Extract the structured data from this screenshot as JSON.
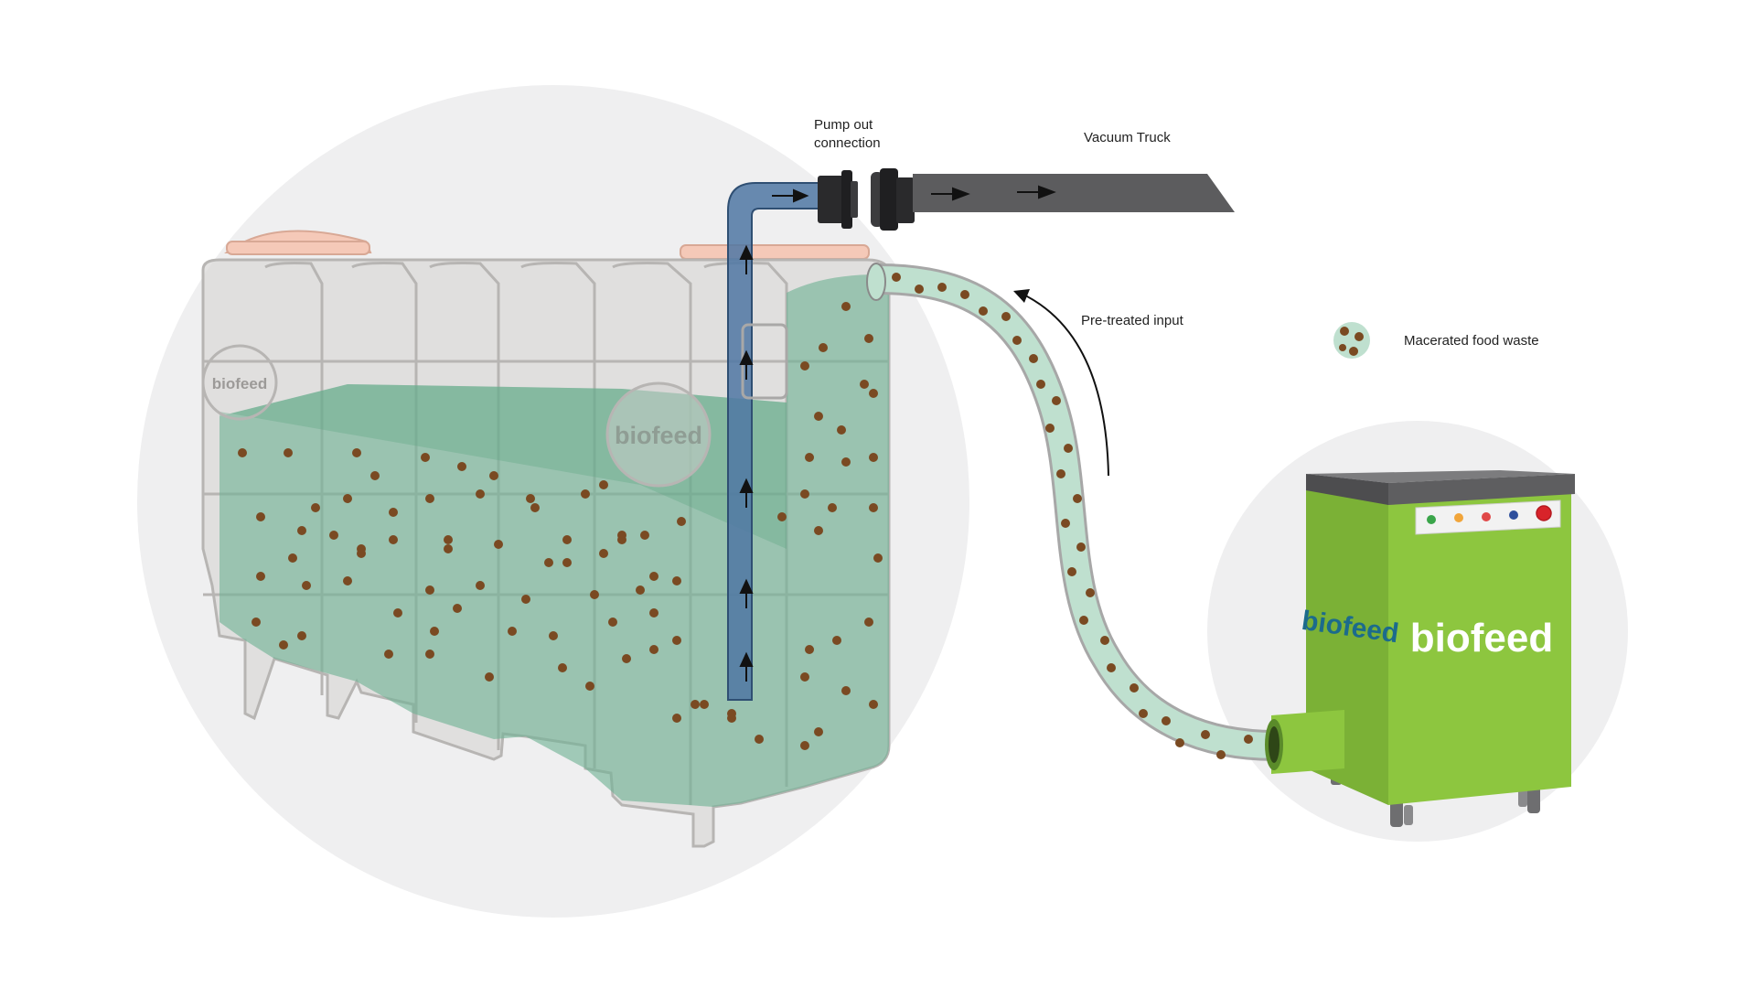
{
  "labels": {
    "pump_out_line1": "Pump out",
    "pump_out_line2": "connection",
    "vacuum_truck": "Vacuum Truck",
    "pretreated_input": "Pre-treated input",
    "macerated_food_waste": "Macerated food waste"
  },
  "brand": {
    "tank_logo_small": "biofeed",
    "tank_logo_large": "biofeed",
    "machine_logo_side": "biofeed",
    "machine_logo_front": "biofeed"
  },
  "icons": {
    "legend": "macerated-food-waste-swatch",
    "flow": "flow-arrow",
    "led": "indicator-light"
  },
  "colors": {
    "background_circle": "#efeff0",
    "tank_shell": "#d9d8d7",
    "tank_outline": "#b7b5b3",
    "liquid": "#6fb295",
    "food_particle": "#7a4a22",
    "pump_pipe": "#4f77a3",
    "hose": "#5c5c5e",
    "input_tube": "#bfe0cf",
    "machine_green": "#8dc63f",
    "machine_lid": "#7c7c7e",
    "brand_blue": "#1c6b8c",
    "lid_cap": "#f5c9b8"
  }
}
